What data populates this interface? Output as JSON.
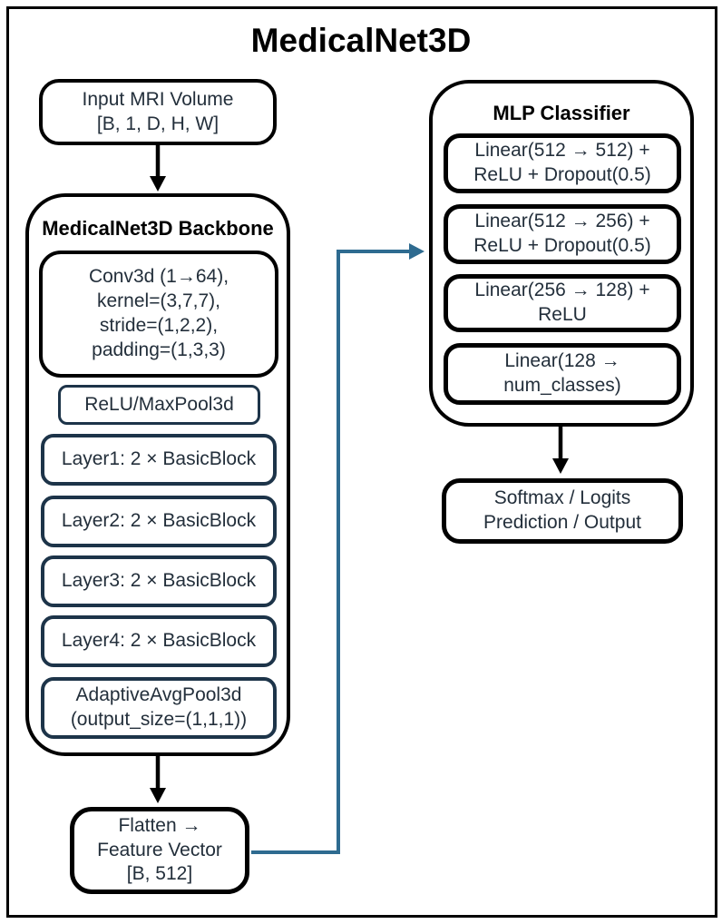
{
  "title": "MedicalNet3D",
  "colors": {
    "box_border": "#000000",
    "inner_block_border": "#1d3449",
    "connector": "#2e6b90",
    "block_text": "#232f3b",
    "heading_text": "#000000"
  },
  "input_box": {
    "lines": [
      "Input MRI Volume",
      "[B, 1, D, H, W]"
    ]
  },
  "backbone": {
    "title": "MedicalNet3D Backbone",
    "conv_block": {
      "lines": [
        "Conv3d (1→64),",
        "kernel=(3,7,7),",
        "stride=(1,2,2),",
        "padding=(1,3,3)"
      ]
    },
    "relu_block": {
      "label": "ReLU/MaxPool3d"
    },
    "layers": [
      {
        "label": "Layer1: 2 × BasicBlock"
      },
      {
        "label": "Layer2: 2 × BasicBlock"
      },
      {
        "label": "Layer3: 2 × BasicBlock"
      },
      {
        "label": "Layer4: 2 × BasicBlock"
      }
    ],
    "avgpool_block": {
      "lines": [
        "AdaptiveAvgPool3d",
        "(output_size=(1,1,1))"
      ]
    }
  },
  "flatten_box": {
    "lines": [
      "Flatten →",
      "Feature Vector",
      "[B, 512]"
    ]
  },
  "mlp": {
    "title": "MLP Classifier",
    "blocks": [
      {
        "lines": [
          "Linear(512 → 512) +",
          "ReLU + Dropout(0.5)"
        ]
      },
      {
        "lines": [
          "Linear(512 → 256) +",
          "ReLU + Dropout(0.5)"
        ]
      },
      {
        "lines": [
          "Linear(256 → 128) +",
          "ReLU"
        ]
      },
      {
        "lines": [
          "Linear(128 →",
          "num_classes)"
        ]
      }
    ]
  },
  "output_box": {
    "lines": [
      "Softmax / Logits",
      "Prediction / Output"
    ]
  }
}
